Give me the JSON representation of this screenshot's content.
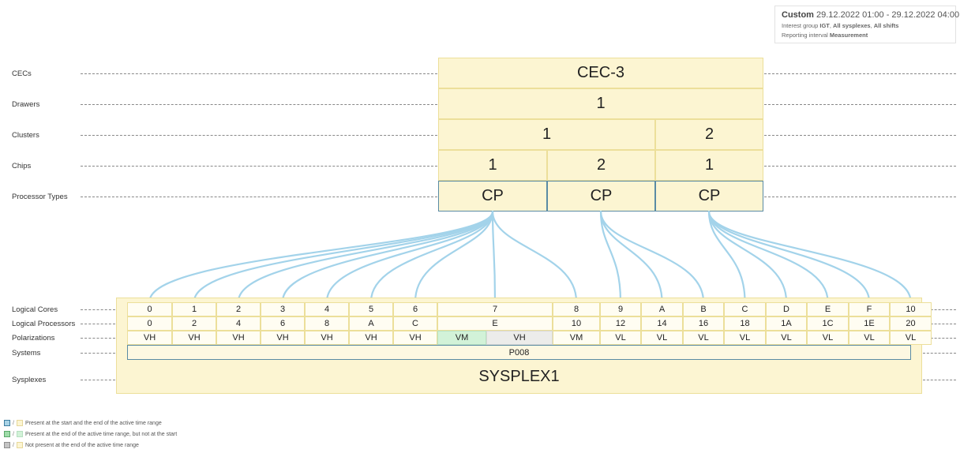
{
  "info": {
    "title": "Custom",
    "range": "29.12.2022 01:00 - 29.12.2022 04:00",
    "interest_prefix": "Interest group",
    "interest_group": "IGT",
    "interest_sep1": ", ",
    "sysplexes": "All sysplexes",
    "interest_sep2": ", ",
    "shifts": "All shifts",
    "reporting_prefix": "Reporting interval",
    "reporting_interval": "Measurement"
  },
  "row_labels": {
    "cecs": "CECs",
    "drawers": "Drawers",
    "clusters": "Clusters",
    "chips": "Chips",
    "processor_types": "Processor Types",
    "logical_cores": "Logical Cores",
    "logical_processors": "Logical Processors",
    "polarizations": "Polarizations",
    "systems": "Systems",
    "sysplexes": "Sysplexes"
  },
  "cec": {
    "name": "CEC-3",
    "drawer": "1",
    "clusters": [
      "1",
      "2"
    ],
    "chips": [
      "1",
      "2",
      "1"
    ],
    "processor_types": [
      "CP",
      "CP",
      "CP"
    ]
  },
  "logical_cores": [
    "0",
    "1",
    "2",
    "3",
    "4",
    "5",
    "6",
    "7",
    "8",
    "9",
    "A",
    "B",
    "C",
    "D",
    "E",
    "F",
    "10"
  ],
  "logical_processors": [
    "0",
    "2",
    "4",
    "6",
    "8",
    "A",
    "C",
    "E",
    "10",
    "12",
    "14",
    "16",
    "18",
    "1A",
    "1C",
    "1E",
    "20"
  ],
  "polarizations": [
    "VH",
    "VH",
    "VH",
    "VH",
    "VH",
    "VH",
    "VH",
    "VM",
    "VH",
    "VM",
    "VL",
    "VL",
    "VL",
    "VL",
    "VL",
    "VL",
    "VL",
    "VL"
  ],
  "system": "P008",
  "sysplex": "SYSPLEX1",
  "connections": [
    {
      "processor_type": 0,
      "logical_core": "0"
    },
    {
      "processor_type": 0,
      "logical_core": "1"
    },
    {
      "processor_type": 0,
      "logical_core": "2"
    },
    {
      "processor_type": 0,
      "logical_core": "3"
    },
    {
      "processor_type": 0,
      "logical_core": "4"
    },
    {
      "processor_type": 0,
      "logical_core": "5"
    },
    {
      "processor_type": 0,
      "logical_core": "6"
    },
    {
      "processor_type": 0,
      "logical_core": "7"
    },
    {
      "processor_type": 0,
      "logical_core": "8"
    },
    {
      "processor_type": 1,
      "logical_core": "9"
    },
    {
      "processor_type": 1,
      "logical_core": "A"
    },
    {
      "processor_type": 1,
      "logical_core": "B"
    },
    {
      "processor_type": 2,
      "logical_core": "C"
    },
    {
      "processor_type": 2,
      "logical_core": "D"
    },
    {
      "processor_type": 2,
      "logical_core": "E"
    },
    {
      "processor_type": 2,
      "logical_core": "F"
    },
    {
      "processor_type": 2,
      "logical_core": "10"
    }
  ],
  "legend": [
    {
      "text": "Present at the start and the end of the active time range",
      "color_a": "#a9d3e6",
      "color_b": "#fcf5d2"
    },
    {
      "text": "Present at the end of the active time range, but not at the start",
      "color_a": "#9fdca9",
      "color_b": "#d2f2d8"
    },
    {
      "text": "Not present at the end of the active time range",
      "color_a": "#c4c4c4",
      "color_b": "#fcf5d2"
    }
  ],
  "colors": {
    "cell_fill": "#fcf5d2",
    "cell_border": "#ecdf9a",
    "active_border": "#5a8ba4",
    "connector": "#a3d3ea",
    "new_fill": "#d2f2d8",
    "gone_fill": "#ececea"
  }
}
